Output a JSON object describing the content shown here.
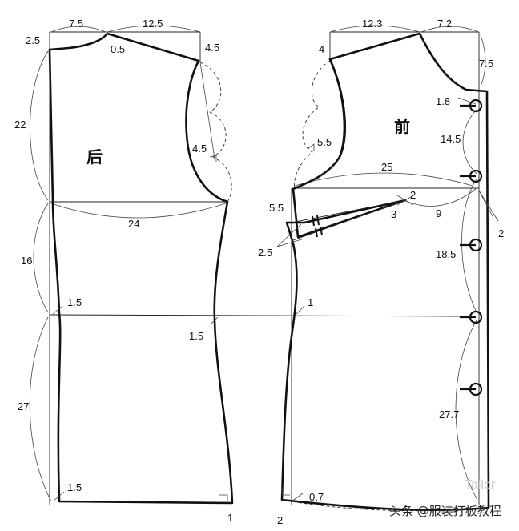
{
  "back": {
    "title": "后",
    "labels": {
      "neck_width": "7.5",
      "shoulder_width": "12.5",
      "neck_rise": "2.5",
      "neck_drop": "0.5",
      "shoulder_drop": "4.5",
      "armhole_depth": "22",
      "armhole_guide": "4.5",
      "bust_width": "24",
      "waist_length": "16",
      "waist_in": "1.5",
      "side_waist_in": "1.5",
      "hip_length": "27",
      "hem_in": "1.5",
      "hem_mark": "1"
    }
  },
  "front": {
    "title": "前",
    "labels": {
      "shoulder_width": "12.3",
      "neck_width": "7.2",
      "shoulder_drop": "4",
      "neck_depth": "7.5",
      "button_offset": "1.8",
      "button_spacing_1": "14.5",
      "armhole_guide": "5.5",
      "bust_width": "25",
      "dart_point": "2",
      "dart_intake": "3",
      "side_drop": "5.5",
      "dart_distance": "9",
      "placket": "2",
      "dart_widths": "2.5",
      "button_spacing_2": "18.5",
      "waist_in": "1",
      "button_spacing_3": "27.7",
      "hem_side": "0.7",
      "hem_mark": "2"
    }
  },
  "watermark": {
    "text": "头条 @服装打板教程",
    "faint": "Tailor"
  }
}
